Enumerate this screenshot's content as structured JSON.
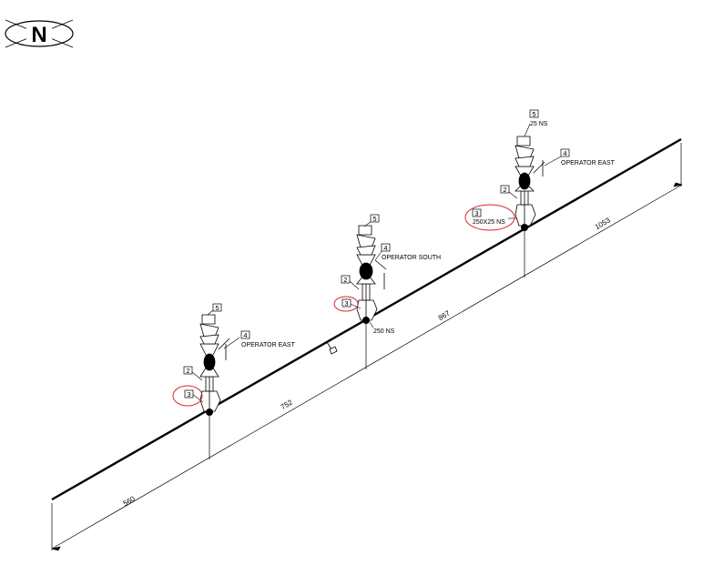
{
  "north_marker": {
    "letter": "N"
  },
  "assemblies": [
    {
      "id": "west",
      "callouts": {
        "top": "5",
        "operator": "4",
        "valve": "2",
        "branch": "3"
      },
      "operator_text": "OPERATOR EAST",
      "size_text": "",
      "branch_highlighted": true
    },
    {
      "id": "middle",
      "callouts": {
        "top": "5",
        "operator": "4",
        "valve": "2",
        "branch": "3"
      },
      "operator_text": "OPERATOR SOUTH",
      "size_text": "250 NS",
      "branch_highlighted": true
    },
    {
      "id": "east",
      "callouts": {
        "top": "5",
        "operator": "4",
        "valve": "2",
        "branch": "3"
      },
      "top_size_text": "25 NS",
      "operator_text": "OPERATOR EAST",
      "size_text": "250X25 NS",
      "branch_highlighted": true
    }
  ],
  "dimensions": [
    "560",
    "752",
    "867",
    "1053"
  ],
  "colors": {
    "line": "#000000",
    "highlight": "#d9262c",
    "background": "#ffffff"
  }
}
